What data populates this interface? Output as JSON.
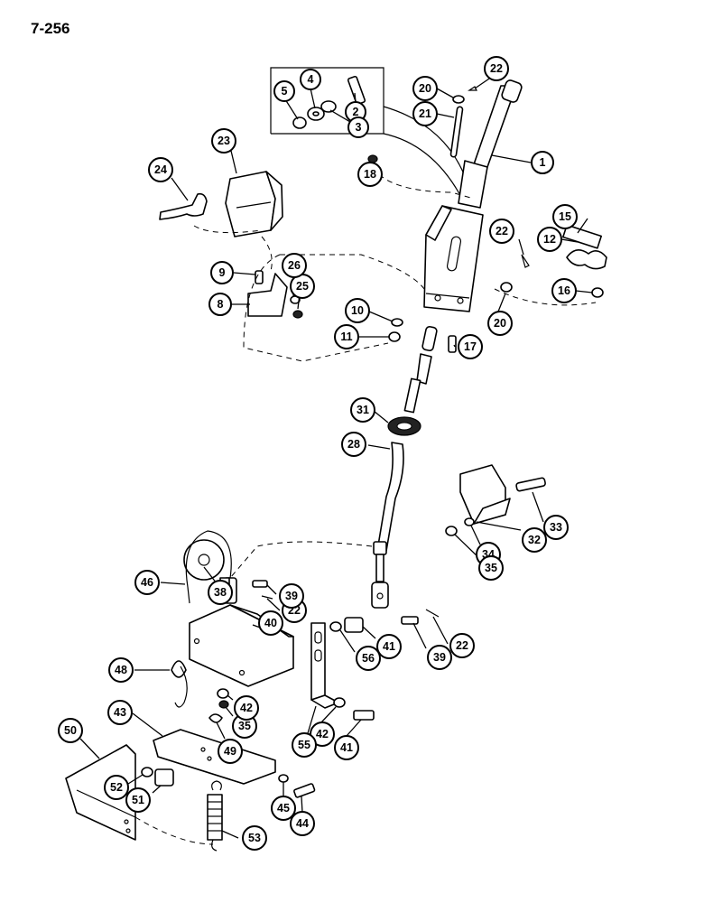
{
  "page_number": "7-256",
  "callouts": [
    {
      "id": "c1",
      "label": "1"
    },
    {
      "id": "c2",
      "label": "2"
    },
    {
      "id": "c3",
      "label": "3"
    },
    {
      "id": "c4",
      "label": "4"
    },
    {
      "id": "c5",
      "label": "5"
    },
    {
      "id": "c8",
      "label": "8"
    },
    {
      "id": "c9",
      "label": "9"
    },
    {
      "id": "c10",
      "label": "10"
    },
    {
      "id": "c11",
      "label": "11"
    },
    {
      "id": "c12",
      "label": "12"
    },
    {
      "id": "c15",
      "label": "15"
    },
    {
      "id": "c16",
      "label": "16"
    },
    {
      "id": "c17",
      "label": "17"
    },
    {
      "id": "c18",
      "label": "18"
    },
    {
      "id": "c20a",
      "label": "20"
    },
    {
      "id": "c20b",
      "label": "20"
    },
    {
      "id": "c21",
      "label": "21"
    },
    {
      "id": "c22a",
      "label": "22"
    },
    {
      "id": "c22b",
      "label": "22"
    },
    {
      "id": "c22c",
      "label": "22"
    },
    {
      "id": "c22d",
      "label": "22"
    },
    {
      "id": "c23",
      "label": "23"
    },
    {
      "id": "c24",
      "label": "24"
    },
    {
      "id": "c25",
      "label": "25"
    },
    {
      "id": "c26",
      "label": "26"
    },
    {
      "id": "c28",
      "label": "28"
    },
    {
      "id": "c31",
      "label": "31"
    },
    {
      "id": "c32",
      "label": "32"
    },
    {
      "id": "c33",
      "label": "33"
    },
    {
      "id": "c34",
      "label": "34"
    },
    {
      "id": "c35a",
      "label": "35"
    },
    {
      "id": "c35b",
      "label": "35"
    },
    {
      "id": "c38",
      "label": "38"
    },
    {
      "id": "c39a",
      "label": "39"
    },
    {
      "id": "c39b",
      "label": "39"
    },
    {
      "id": "c40",
      "label": "40"
    },
    {
      "id": "c41a",
      "label": "41"
    },
    {
      "id": "c41b",
      "label": "41"
    },
    {
      "id": "c42a",
      "label": "42"
    },
    {
      "id": "c42b",
      "label": "42"
    },
    {
      "id": "c43",
      "label": "43"
    },
    {
      "id": "c44",
      "label": "44"
    },
    {
      "id": "c45",
      "label": "45"
    },
    {
      "id": "c46",
      "label": "46"
    },
    {
      "id": "c48",
      "label": "48"
    },
    {
      "id": "c49",
      "label": "49"
    },
    {
      "id": "c50",
      "label": "50"
    },
    {
      "id": "c51",
      "label": "51"
    },
    {
      "id": "c52",
      "label": "52"
    },
    {
      "id": "c53",
      "label": "53"
    },
    {
      "id": "c55",
      "label": "55"
    },
    {
      "id": "c56",
      "label": "56"
    }
  ]
}
